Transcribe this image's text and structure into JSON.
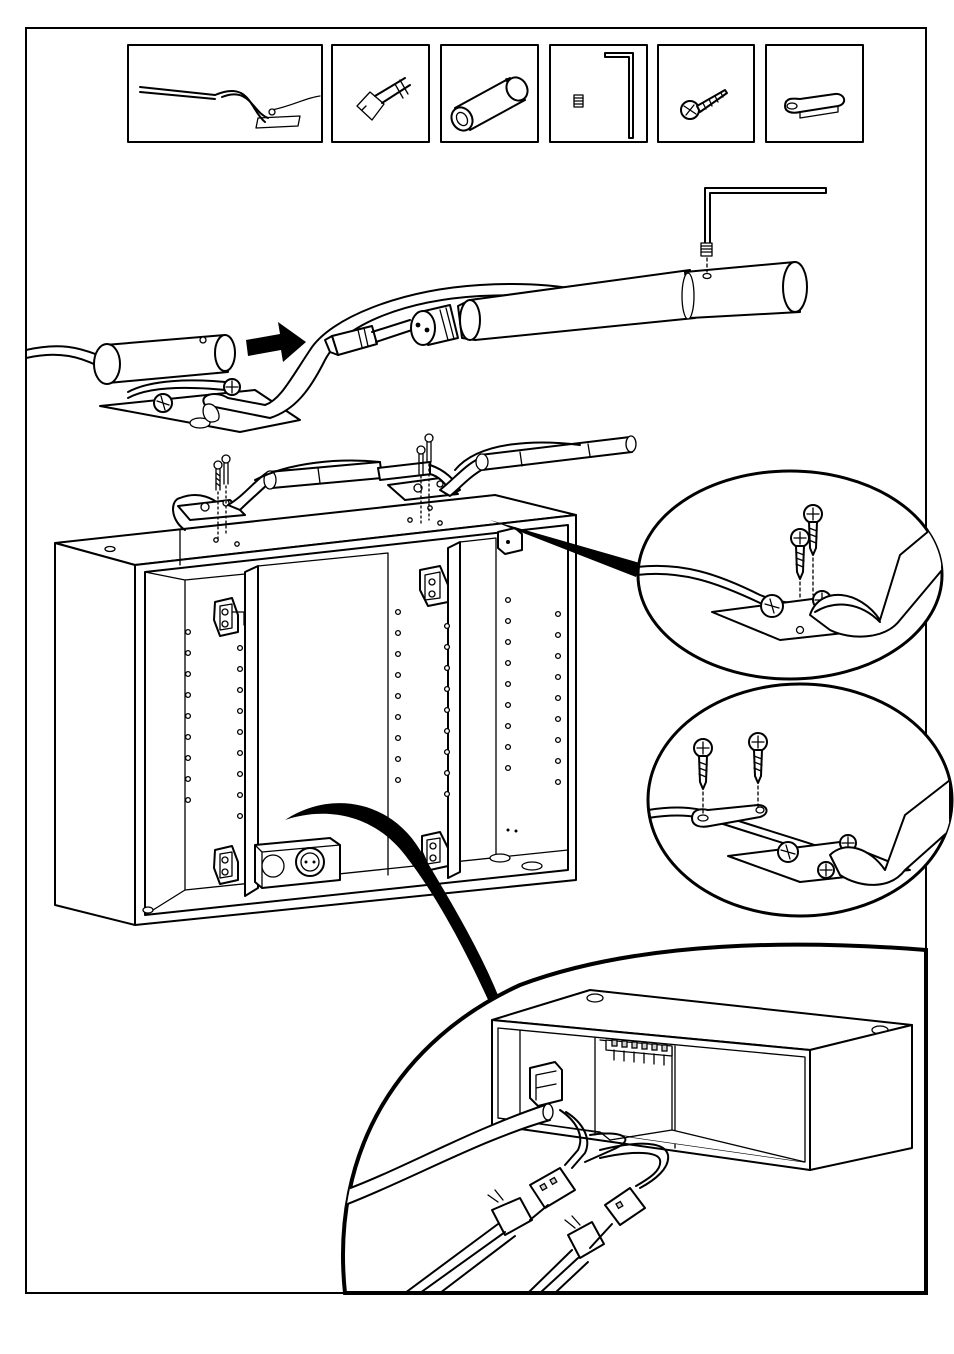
{
  "document": {
    "kind": "assembly-instruction-page",
    "text": []
  },
  "parts_row": [
    {
      "id": "lamp-arm",
      "icon": "lamp-arm-icon"
    },
    {
      "id": "connector-plug",
      "icon": "connector-plug-icon"
    },
    {
      "id": "sleeve-tube",
      "icon": "sleeve-tube-icon"
    },
    {
      "id": "grub-screw-and-hex-key",
      "icon": "hex-key-icon"
    },
    {
      "id": "wood-screw",
      "icon": "screw-icon"
    },
    {
      "id": "cable-clip",
      "icon": "cable-clip-icon"
    }
  ],
  "colors": {
    "line": "#000000",
    "background": "#ffffff",
    "shade": "#cfcfcf"
  }
}
